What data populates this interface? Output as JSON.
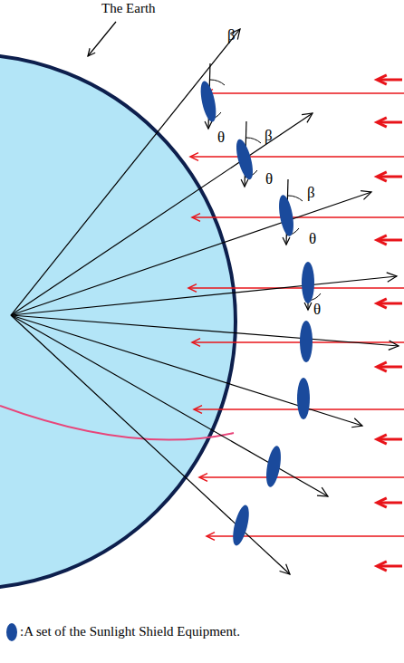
{
  "diagram": {
    "labels": [
      "The Earth",
      "β",
      "β",
      "β",
      "θ",
      "θ",
      "θ",
      "θ"
    ],
    "legend": [
      {
        "text": ":A set of the Sunlight Shield Equipment."
      }
    ]
  }
}
